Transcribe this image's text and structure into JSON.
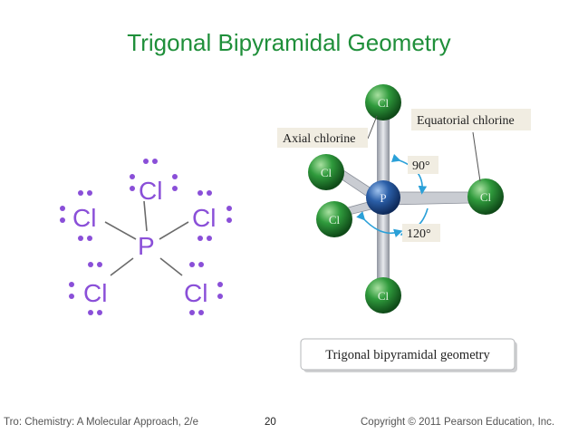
{
  "slide": {
    "title": "Trigonal Bipyramidal Geometry"
  },
  "lewis_structure": {
    "central_atom": "P",
    "atoms": [
      "Cl",
      "Cl",
      "Cl",
      "Cl",
      "Cl"
    ],
    "color": "#8a4fd8"
  },
  "model": {
    "central_atom": "P",
    "outer_atom": "Cl",
    "labels": {
      "axial": "Axial chlorine",
      "equatorial": "Equatorial chlorine",
      "angle_90": "90°",
      "angle_120": "120°"
    },
    "caption": "Trigonal bipyramidal geometry",
    "colors": {
      "phosphorus": "#2b5fa8",
      "chlorine": "#2e8b3a",
      "bond": "#b8bcc4",
      "arrow": "#2aa0d8"
    }
  },
  "footer": {
    "source": "Tro: Chemistry: A Molecular Approach, 2/e",
    "page": "20",
    "copyright": "Copyright © 2011 Pearson Education, Inc."
  }
}
